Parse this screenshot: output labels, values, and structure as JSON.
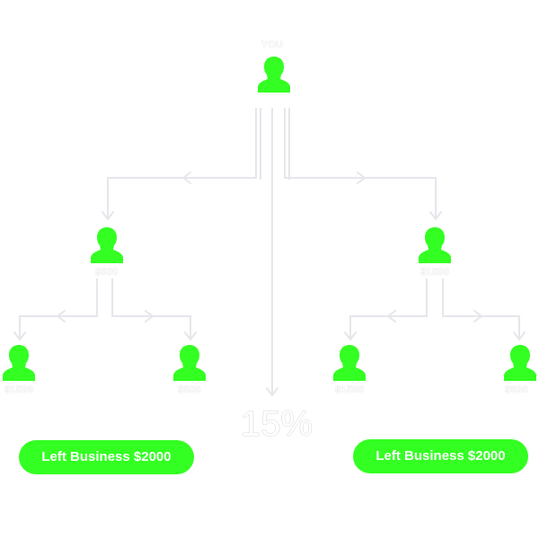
{
  "colors": {
    "accent": "#33ff22",
    "connector": "#e6e6ec",
    "label": "#ffffff"
  },
  "nodes": {
    "root": {
      "label": "YOU",
      "icon": "person-icon"
    },
    "left": {
      "label": "$500",
      "icon": "person-icon"
    },
    "right": {
      "label": "$1500",
      "icon": "person-icon"
    },
    "left_left": {
      "label": "$1500",
      "icon": "person-icon"
    },
    "left_right": {
      "label": "$500",
      "icon": "person-icon"
    },
    "right_left": {
      "label": "$1500",
      "icon": "person-icon"
    },
    "right_right": {
      "label": "$500",
      "icon": "person-icon"
    }
  },
  "center_percent": "15%",
  "buttons": {
    "left_business": "Left Business $2000",
    "right_business": "Left Business $2000"
  }
}
